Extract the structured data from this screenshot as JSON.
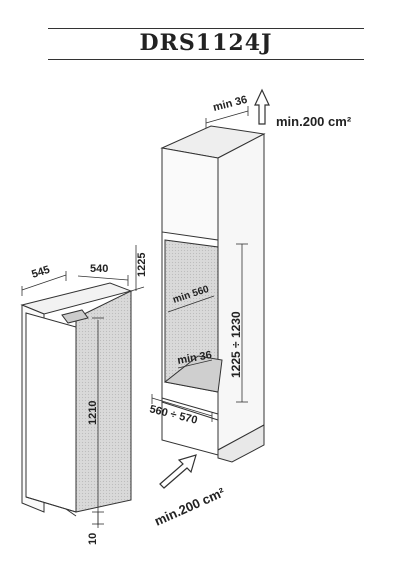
{
  "title": "DRS1124J",
  "labels": {
    "depth": "545",
    "width": "540",
    "height_total": "1225",
    "height_body": "1210",
    "gap_bottom": "10",
    "top_gap": "min 36",
    "top_vent": "min.200 cm²",
    "niche_depth": "min 560",
    "bottom_gap": "min 36",
    "niche_height": "1225 ÷ 1230",
    "niche_width": "560 ÷ 570",
    "bottom_vent": "min.200 cm²"
  }
}
